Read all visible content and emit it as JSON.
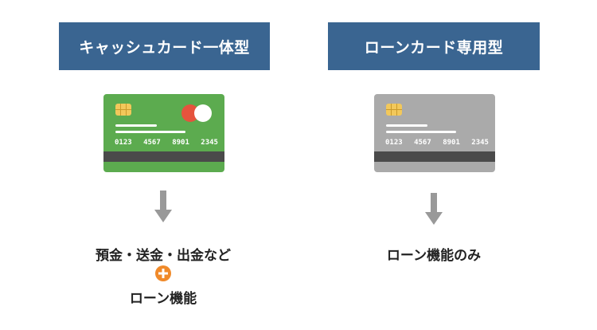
{
  "left": {
    "header": "キャッシュカード一体型",
    "card_number": [
      "0123",
      "4567",
      "8901",
      "2345"
    ],
    "line1": "預金・送金・出金など",
    "line2": "ローン機能"
  },
  "right": {
    "header": "ローンカード専用型",
    "card_number": [
      "0123",
      "4567",
      "8901",
      "2345"
    ],
    "line1": "ローン機能のみ"
  },
  "colors": {
    "header_bg": "#3a6591",
    "card_left": "#5cab4f",
    "card_right": "#aaaaaa",
    "chip": "#f2c85b",
    "logo_red": "#e5533d",
    "stripe": "#4a4a4a",
    "arrow": "#999999",
    "plus": "#f08a2a"
  },
  "icons": {
    "arrow": "arrow-down-icon",
    "plus": "plus-circle-icon",
    "chip": "card-chip-icon"
  }
}
